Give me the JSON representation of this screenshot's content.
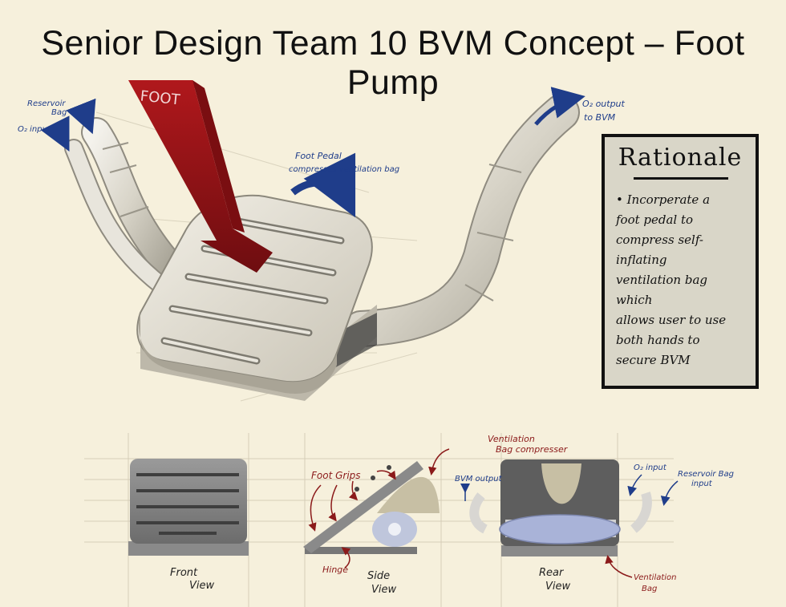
{
  "title": "Senior Design Team 10  BVM Concept – Foot Pump",
  "main_sketch": {
    "foot_label": "FOOT",
    "reservoir_label_1": "Reservoir",
    "reservoir_label_2": "Bag",
    "o2_input_label": "O₂ input",
    "o2_output_label_1": "O₂ output",
    "o2_output_label_2": "to BVM",
    "pedal_note_1": "Foot Pedal",
    "pedal_note_2": "compresses ventilation bag"
  },
  "rationale": {
    "heading": "Rationale",
    "body": "• Incorperate a\nfoot pedal to\ncompress self-inflating\nventilation bag which\nallows user to use\nboth hands to\nsecure BVM"
  },
  "views": {
    "front_label_1": "Front",
    "front_label_2": "View",
    "side_label_1": "Side",
    "side_label_2": "View",
    "rear_label_1": "Rear",
    "rear_label_2": "View",
    "foot_grips": "Foot Grips",
    "hinge": "Hinge",
    "vent_comp_1": "Ventilation",
    "vent_comp_2": "Bag compresser",
    "bvm_output": "BVM output",
    "o2_input": "O₂ input",
    "reservoir_1": "Reservoir Bag",
    "reservoir_2": "input",
    "vent_bag_1": "Ventilation",
    "vent_bag_2": "Bag"
  },
  "colors": {
    "foot_arrow": "#a8161a",
    "callout_blue": "#1f3d8a",
    "callout_red": "#8b1a1a"
  }
}
